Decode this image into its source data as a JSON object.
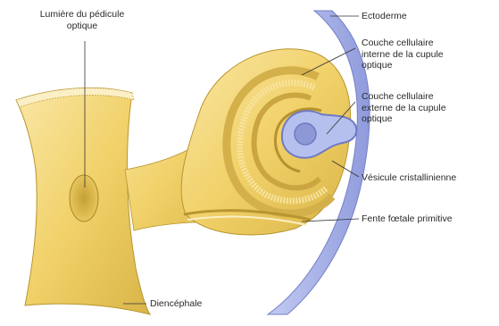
{
  "labels": {
    "lumiere": "Lumière du pédicule\noptique",
    "ectoderme": "Ectoderme",
    "couche_interne": "Couche cellulaire\ninterne de la cupule\noptique",
    "couche_externe": "Couche cellulaire\nexterne de la cupule\noptique",
    "vesicule": "Vésicule cristallinienne",
    "fente": "Fente fœtale primitive",
    "diencephale": "Diencéphale"
  },
  "colors": {
    "yellow_main": "#f2d36c",
    "yellow_light": "#f7e3a0",
    "yellow_dark": "#c9a53a",
    "blue_main": "#a9b4e8",
    "blue_dark": "#7480c8",
    "leader": "#333333"
  }
}
